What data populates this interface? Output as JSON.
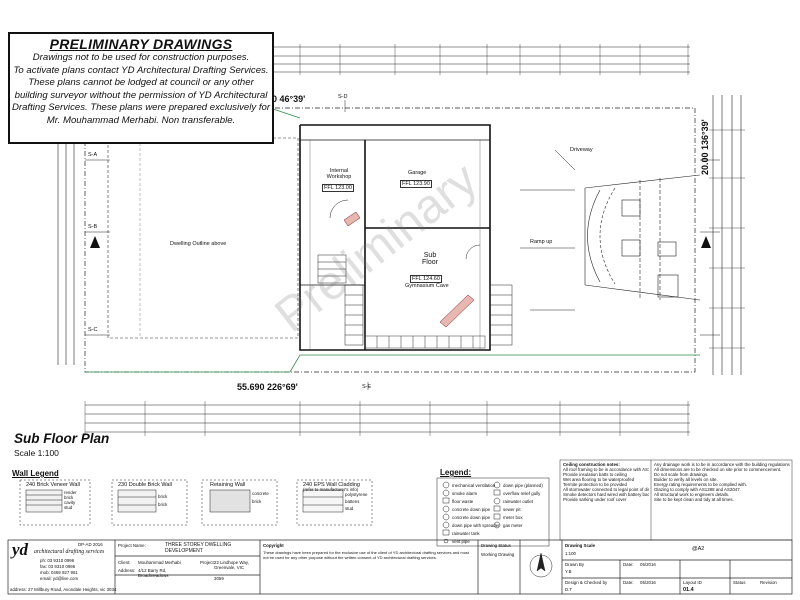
{
  "notice": {
    "title": "PRELIMINARY DRAWINGS",
    "lines": [
      "Drawings not to be used for construction purposes.",
      "To activate plans contact YD Architectural Drafting Services.",
      "These plans cannot be lodged at council or any other",
      "building surveyor without the permission of YD Architectural",
      "Drafting Services. These plans were prepared exclusively for",
      "Mr. Mouhammad Merhabi. Non transferable."
    ]
  },
  "watermark": "Preliminary",
  "plan": {
    "title": "Sub Floor Plan",
    "scale": "Scale 1:100",
    "bearing_top": "0 46°39'",
    "bearing_right": "20.00 136°39'",
    "bearing_bottom": "55.690 226°69'",
    "room_labels": {
      "dwelling_outline": "Dwelling Outline above",
      "internal_workshop": "Internal Workshop",
      "garage": "Garage",
      "sub_floor": "Sub Floor",
      "gymnasium": "Gymnasium Cave",
      "driveway": "Driveway",
      "ramp_up": "Ramp up",
      "fl_a": "FFL 123.00",
      "fl_b": "FFL 123.90",
      "fl_c": "FFL 124.60"
    },
    "sections": [
      "S-A",
      "S-B",
      "S-C",
      "S-D",
      "S-E"
    ]
  },
  "wall_legend": {
    "title": "Wall Legend",
    "items": [
      "240 Brick Veneer Wall",
      "230 Double Brick Wall",
      "Retaining Wall",
      "240 EPS Wall Cladding"
    ],
    "sub_labels": [
      "render",
      "brick",
      "cavity",
      "stud",
      "brick",
      "brick",
      "concrete",
      "brick",
      "polystyrene",
      "battens",
      "stud"
    ],
    "note": "(refer to manufacturer's info)"
  },
  "legend": {
    "title": "Legend:",
    "col1": [
      "mechanical ventilation",
      "smoke alarm",
      "floor waste",
      "concrete down pipe",
      "concrete down pipe",
      "down pipe with spreader",
      "rainwater tank",
      "vent pipe"
    ],
    "col2": [
      "down pipe (planned)",
      "overflow relief gully",
      "rainwater outlet",
      "sewer pit",
      "meter box",
      "gas meter"
    ]
  },
  "notes": {
    "left": [
      "Ceiling construction notes:",
      "All roof framing to be in accordance with AS1684",
      "Provide insulation batts to ceiling",
      "Wet area flooring to be waterproofed",
      "Termite protection to be provided",
      "All stormwater connected to legal point of discharge",
      "Smoke detectors hard wired with battery backup",
      "Provide sarking under roof cover"
    ],
    "right": [
      "Any drainage work is to be in accordance with the building regulations.",
      "All dimensions are to be checked on site prior to commencement.",
      "Do not scale from drawings.",
      "Builder to verify all levels on site.",
      "Energy rating requirements to be complied with.",
      "Glazing to comply with AS1288 and AS2047.",
      "All structural work to engineers details.",
      "Site to be kept clean and tidy at all times."
    ]
  },
  "title_block": {
    "company": "yd",
    "company_sub": "architectural drafting services",
    "company_contacts": [
      "ph: 03 9310 0996",
      "fax: 03 9310 0996",
      "mob: 0469 927 951",
      "email: yd@live.com"
    ],
    "address": "address: 27 Millbury Road, Avondale Heights, vic 3034",
    "code": "DP-AD 2016",
    "project_label": "Project Name:",
    "project": "THREE STOREY DWELLING DEVELOPMENT",
    "client_label": "Client:",
    "client": "Mouhammad Merhabi",
    "client_address_label": "Address:",
    "client_address": "4/12 Barry Rd, Broadmeadows",
    "project_address_label": "Project:",
    "project_address": "22 Lindhope Way, Greenvale, VIC",
    "project_postcode": "3059",
    "drawing_status_label": "Drawing Status",
    "drawing_status": "Working Drawing",
    "drawing_scale_label": "Drawing Scale",
    "drawing_scale": "1:100",
    "sheet_size": "@A2",
    "drawn_by_label": "Drawn By",
    "drawn_by": "Y.B",
    "date_label": "Date:",
    "date": "05/2016",
    "design_label": "Design & Checked by",
    "design_by": "D.T",
    "layout_label": "Layout ID",
    "layout_id": "01.4",
    "status_label": "Status",
    "revision_label": "Revision",
    "copyright_title": "Copyright",
    "copyright": "These drawings have been prepared for the exclusive use of the client of YD architectural drafting services and must not be used for any other purpose without the written consent of YD architectural drafting services."
  }
}
